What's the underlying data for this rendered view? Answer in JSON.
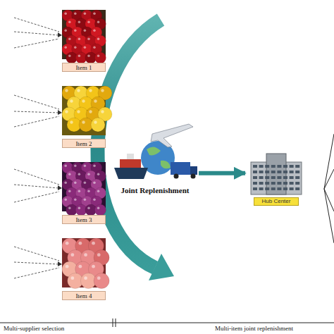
{
  "diagram": {
    "nodes": [
      {
        "text": [
          "Item 1"
        ]
      },
      {
        "text": [
          "Item 2"
        ]
      },
      {
        "text": [
          "Item 3"
        ]
      },
      {
        "text": [
          "Item 4"
        ]
      },
      {
        "text": [
          "Joint Replenishment"
        ]
      },
      {
        "text": [
          "Hub Center"
        ]
      }
    ],
    "edges": [
      {
        "from": 4,
        "to": 5,
        "arrow": "to"
      }
    ],
    "labels": [
      "Multi-supplier selection",
      "Multi-item joint replenishment"
    ]
  }
}
